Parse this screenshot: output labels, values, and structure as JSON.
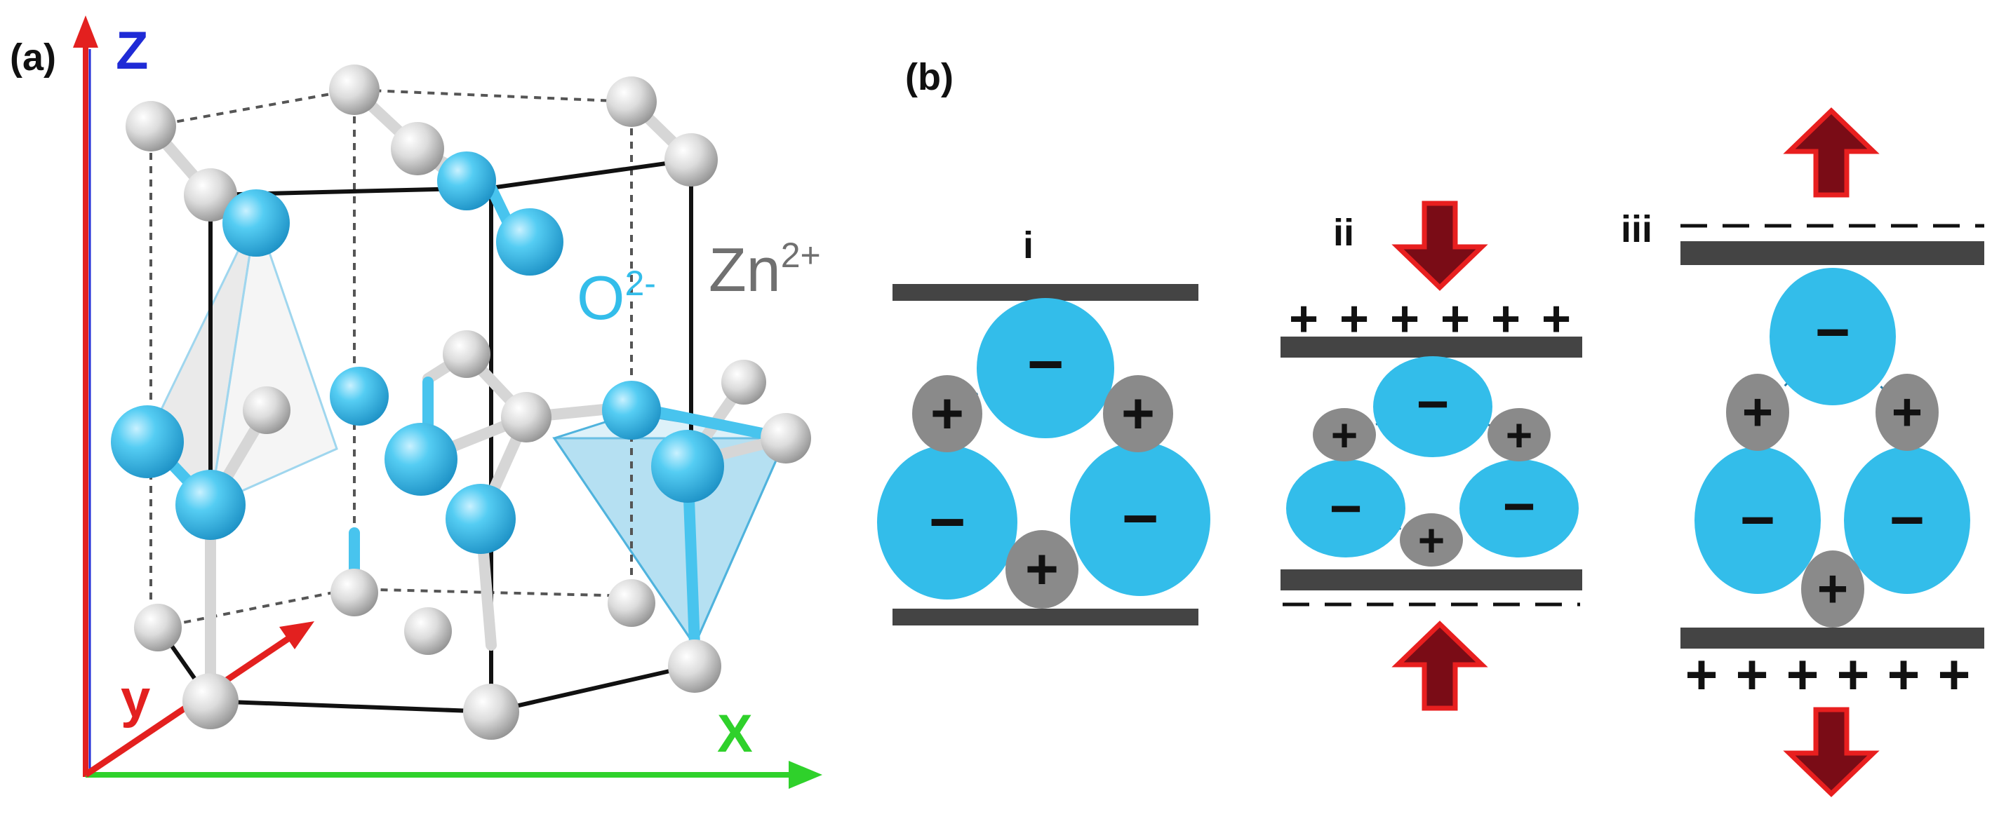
{
  "panel_a": {
    "label": "(a)",
    "axes": {
      "z": {
        "label": "Z",
        "color": "#1f2bd6"
      },
      "y": {
        "label": "y",
        "color": "#e3201f"
      },
      "x": {
        "label": "X",
        "color": "#2fd12b"
      }
    },
    "ions": {
      "oxygen": {
        "symbol": "O",
        "charge": "2-",
        "color": "#33bdea"
      },
      "zinc": {
        "symbol": "Zn",
        "charge": "2+",
        "color": "#707070"
      }
    }
  },
  "panel_b": {
    "label": "(b)",
    "states": [
      {
        "id": "i",
        "label": "i",
        "arrows": "none",
        "top_surface_charge": "none",
        "bottom_surface_charge": "none"
      },
      {
        "id": "ii",
        "label": "ii",
        "arrows": "compressive",
        "top_surface_charge": "+",
        "bottom_surface_charge": "−"
      },
      {
        "id": "iii",
        "label": "iii",
        "arrows": "tensile",
        "top_surface_charge": "−",
        "bottom_surface_charge": "+"
      }
    ],
    "anion_sign": "−",
    "cation_sign": "+",
    "colors": {
      "anion": "#33bdea",
      "cation": "#8a8a8a",
      "plate": "#444444",
      "arrow_fill": "#7a0c16",
      "arrow_outline": "#e81f1f"
    }
  }
}
